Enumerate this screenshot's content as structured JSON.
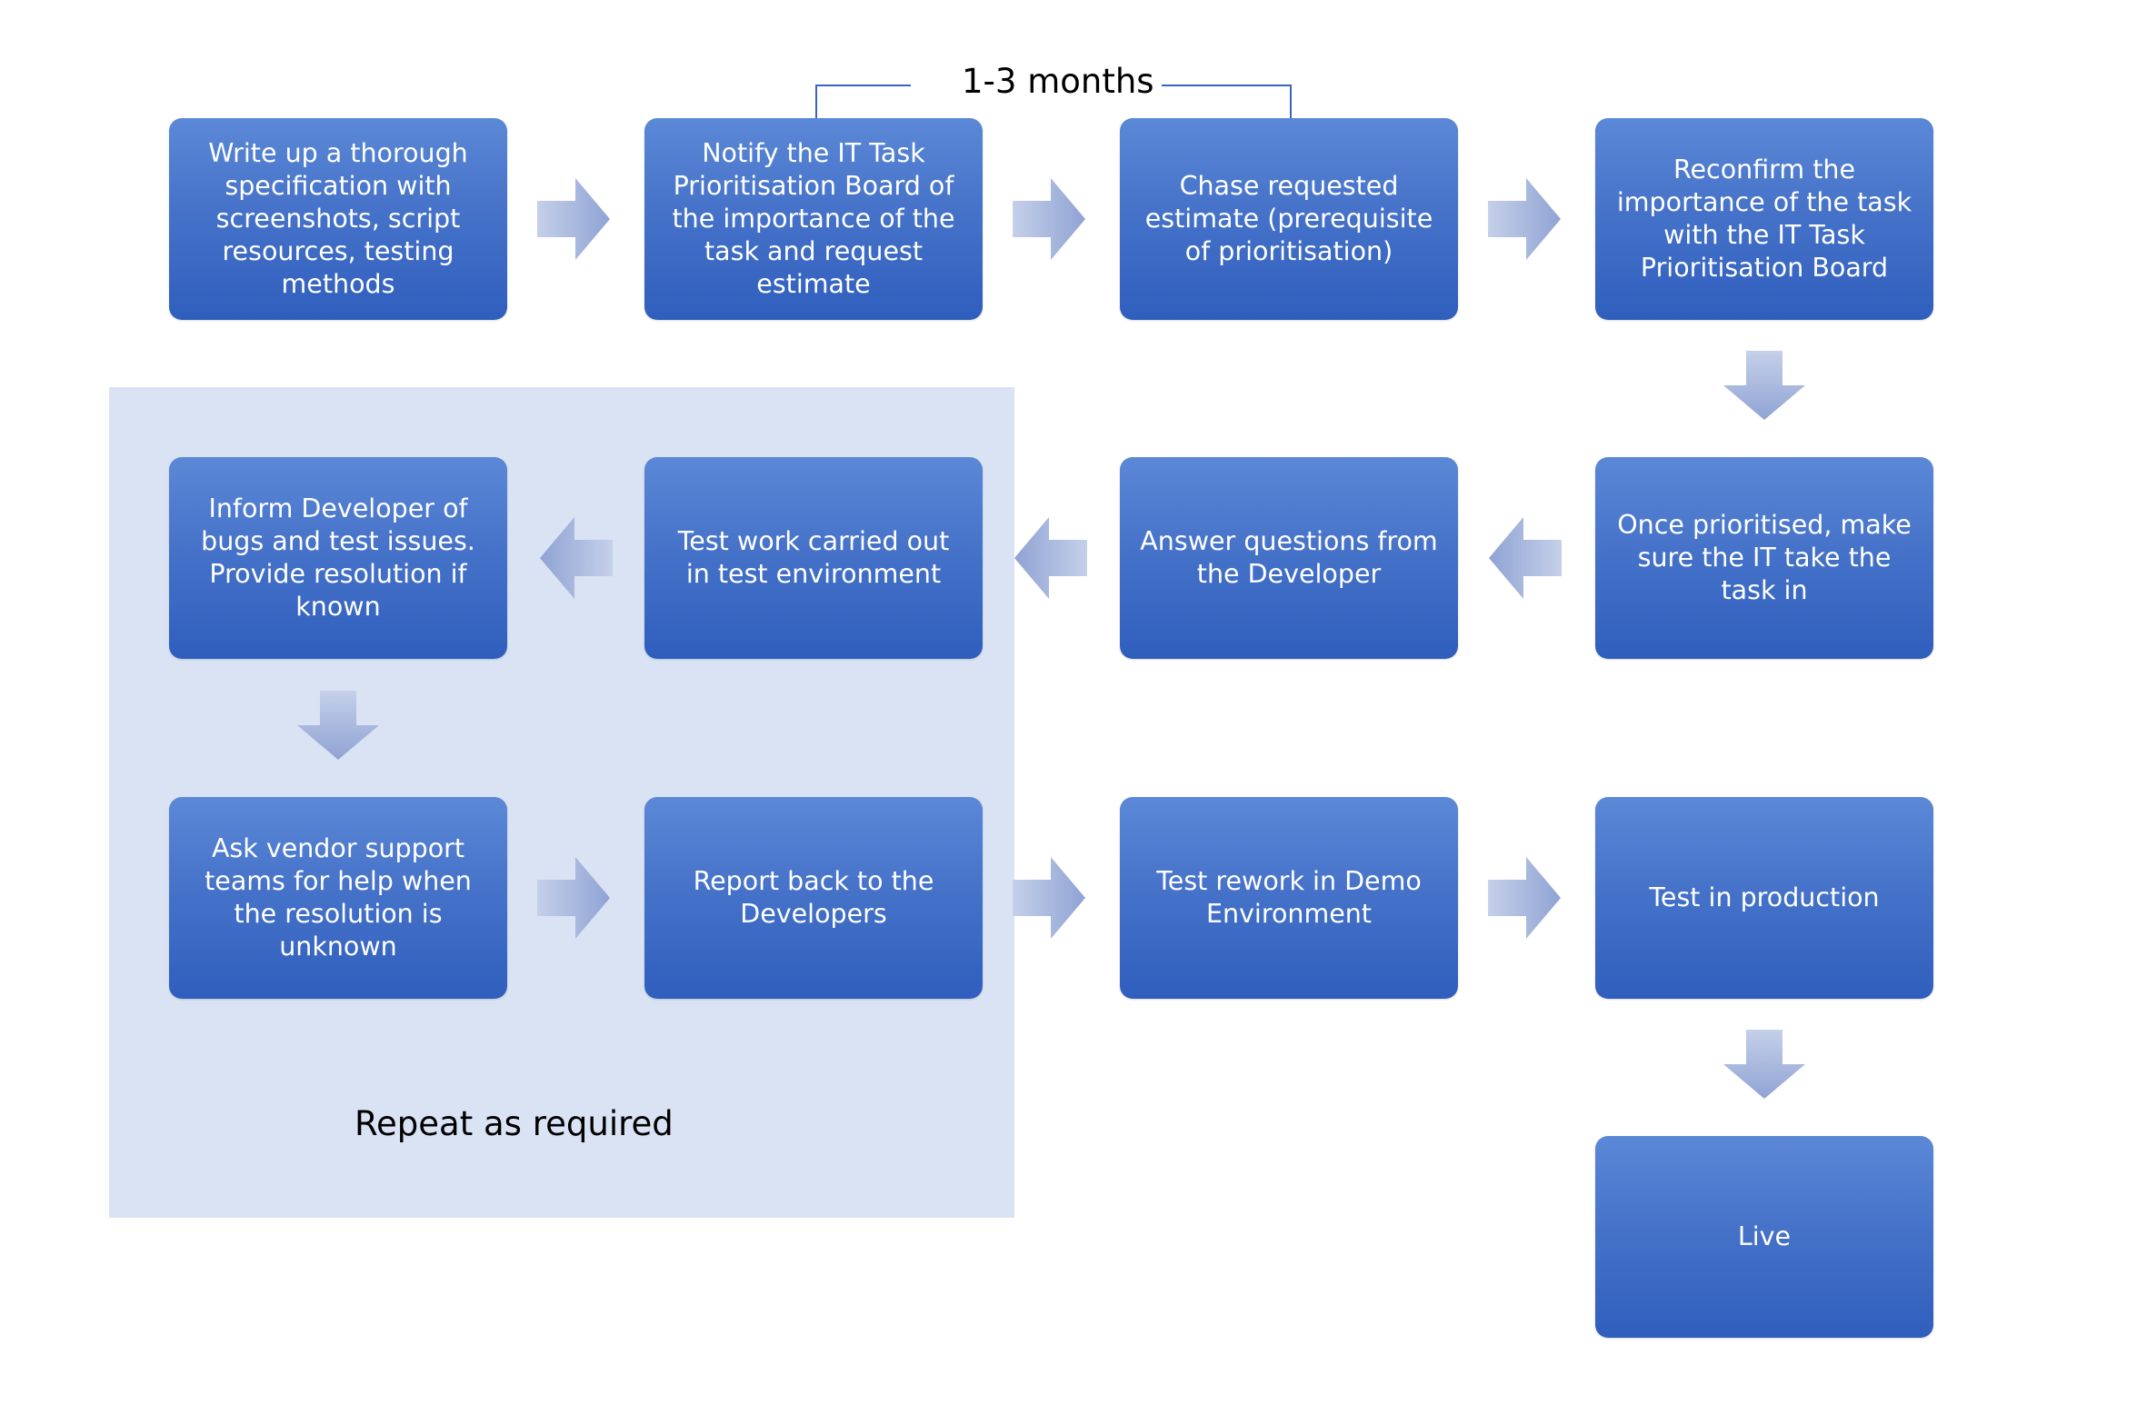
{
  "timeline": {
    "label": "1-3 months"
  },
  "repeat_region": {
    "label": "Repeat as required"
  },
  "steps": {
    "write_spec": "Write up a thorough specification with screenshots, script resources, testing methods",
    "notify_board": "Notify the IT Task Prioritisation Board of the importance of the task and request estimate",
    "chase_estimate": "Chase requested estimate (prerequisite of prioritisation)",
    "reconfirm": "Reconfirm the importance of the task with the IT Task Prioritisation Board",
    "once_prioritised": "Once prioritised, make sure the IT take the task in",
    "answer_questions": "Answer questions from the Developer",
    "test_work": "Test work carried out in test environment",
    "inform_developer": "Inform Developer of bugs and test issues. Provide resolution if known",
    "ask_vendor": "Ask vendor support teams for help when the resolution is unknown",
    "report_back": "Report back to the Developers",
    "test_rework": "Test rework in Demo Environment",
    "test_production": "Test in production",
    "live": "Live"
  },
  "colors": {
    "box_fill_top": "#5b88d6",
    "box_fill_bottom": "#2f5ebd",
    "arrow_fill_top": "#c5d0e9",
    "arrow_fill_bottom": "#8fa3d4",
    "repeat_region": "#dae3f3",
    "bracket_line": "#3a64c4"
  }
}
